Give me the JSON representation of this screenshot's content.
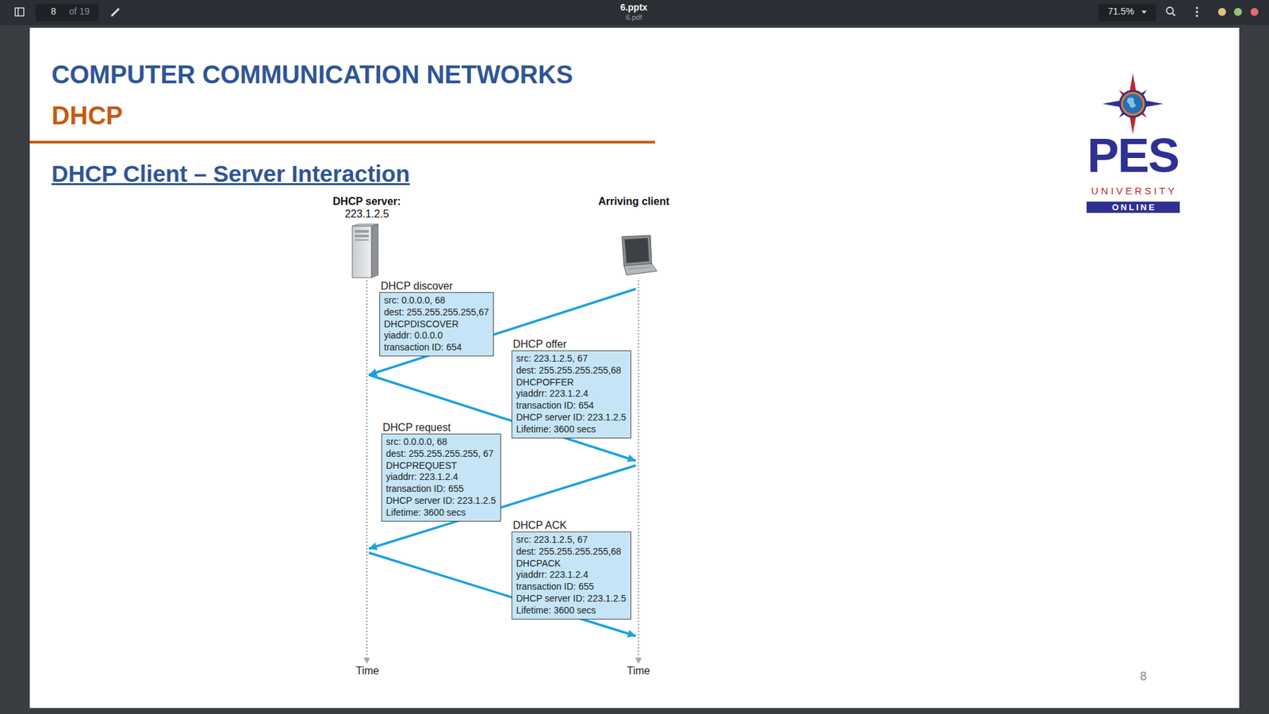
{
  "diagram": {
    "title": "DHCP Client – Server Interaction",
    "nodes": [
      {
        "text": [
          "DHCP discover",
          "src: 0.0.0.0, 68",
          "dest: 255.255.255.255,67",
          "DHCPDISCOVER",
          "yiaddr: 0.0.0.0",
          "transaction ID: 654"
        ]
      },
      {
        "text": [
          "DHCP offer",
          "src: 223.1.2.5, 67",
          "dest: 255.255.255.255,68",
          "DHCPOFFER",
          "yiaddrr: 223.1.2.4",
          "transaction ID: 654",
          "DHCP server ID: 223.1.2.5",
          "Lifetime: 3600 secs"
        ]
      },
      {
        "text": [
          "DHCP request",
          "src: 0.0.0.0, 68",
          "dest: 255.255.255.255, 67",
          "DHCPREQUEST",
          "yiaddrr: 223.1.2.4",
          "transaction ID: 655",
          "DHCP server ID: 223.1.2.5",
          "Lifetime: 3600 secs"
        ]
      },
      {
        "text": [
          "DHCP ACK",
          "src: 223.1.2.5, 67",
          "dest: 255.255.255.255,68",
          "DHCPACK",
          "yiaddrr: 223.1.2.4",
          "transaction ID: 655",
          "DHCP server ID: 223.1.2.5",
          "Lifetime: 3600 secs"
        ]
      },
      {
        "text": [
          "ONLINE"
        ]
      }
    ],
    "labels": [
      "8",
      "of 19",
      "6.pptx",
      "6.pdf",
      "71.5%",
      "COMPUTER COMMUNICATION NETWORKS",
      "DHCP",
      "PES",
      "UNIVERSITY",
      "DHCP server:",
      "223.1.2.5",
      "Arriving client",
      "Time",
      "Time",
      "8"
    ]
  }
}
